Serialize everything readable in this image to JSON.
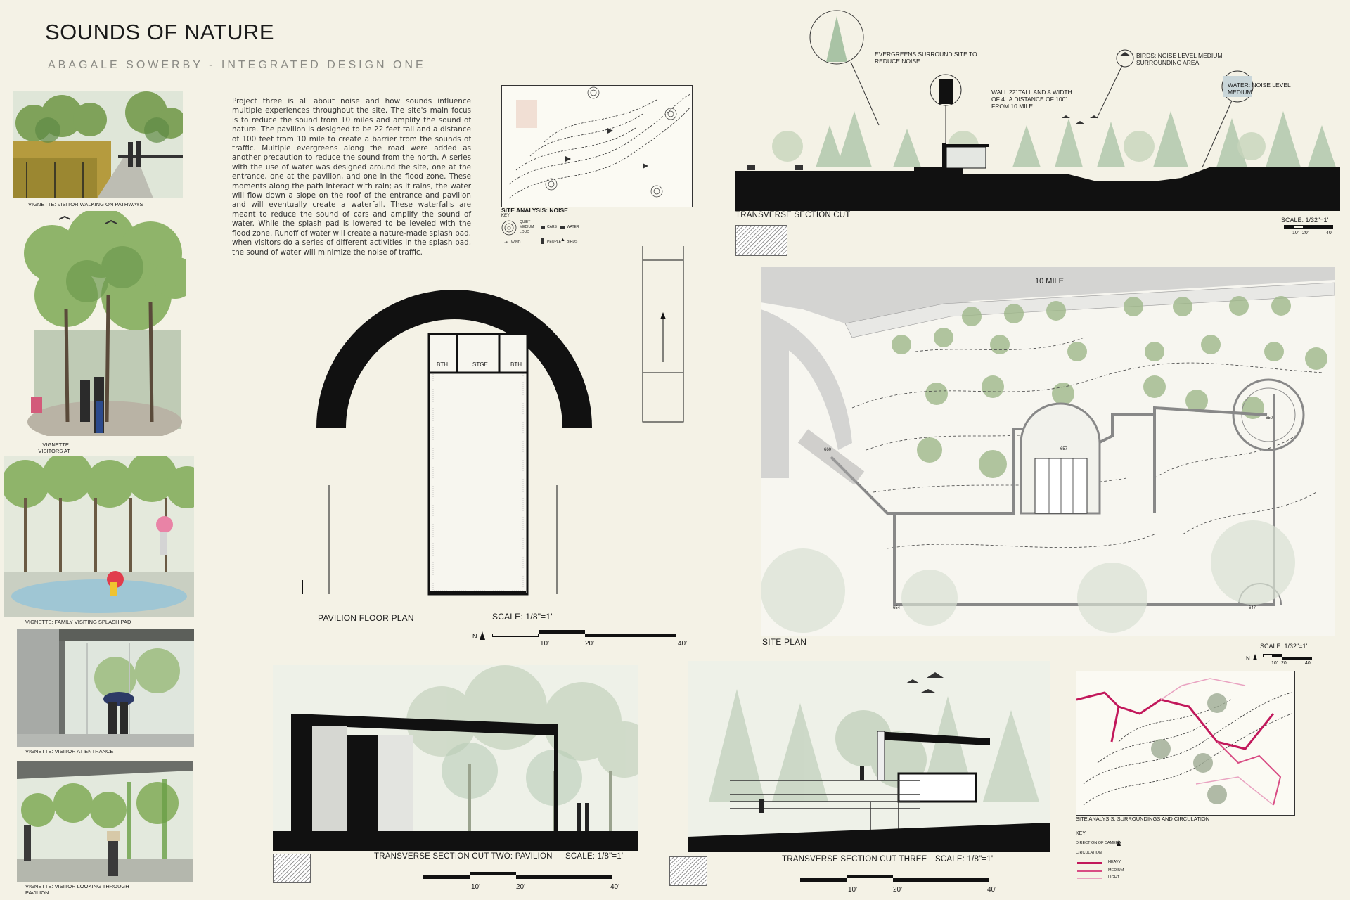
{
  "header": {
    "title": "SOUNDS OF NATURE",
    "subtitle": "ABAGALE SOWERBY  -  INTEGRATED DESIGN ONE"
  },
  "description": "Project three is all about noise and how sounds influence multiple experiences throughout the site. The site's main focus is to reduce the sound from 10 miles and amplify the sound of nature. The pavilion is designed to be 22 feet tall and a distance of 100 feet from 10 mile to create a barrier from the sounds of traffic. Multiple evergreens along the road were added as another precaution to reduce the sound from the north. A series with the use of water was designed around the site, one at the entrance, one at the pavilion, and one in the flood zone. These moments along the path interact with rain; as it rains, the water will flow down a slope on the roof of the entrance and pavilion and will eventually create a waterfall. These waterfalls are meant to reduce the sound of cars and amplify the sound of water. While the splash pad is lowered to be leveled with the flood zone. Runoff of water will create a nature-made splash pad, when visitors do a series of different activities in the splash pad, the sound of water will minimize the noise of traffic.",
  "vignettes": [
    {
      "caption": "VIGNETTE: VISITOR WALKING ON PATHWAYS"
    },
    {
      "caption": "VIGNETTE: VISITORS AT RIVER"
    },
    {
      "caption": "VIGNETTE: FAMILY VISITING SPLASH PAD"
    },
    {
      "caption": "VIGNETTE: VISITOR AT ENTRANCE"
    },
    {
      "caption": "VIGNETTE: VISITOR LOOKING THROUGH PAVILION"
    }
  ],
  "site_analysis_noise": {
    "title": "SITE ANALYSIS: NOISE",
    "key_label": "KEY",
    "key_items": [
      "QUIET",
      "MEDIUM",
      "LOUD",
      "CARS",
      "WATER",
      "WIND",
      "PEOPLE",
      "BIRDS"
    ]
  },
  "transverse_section": {
    "title": "TRANSVERSE SECTION CUT",
    "scale": "SCALE: 1/32\"=1'",
    "scale_ticks": [
      "10'",
      "20'",
      "40'"
    ],
    "annotations": {
      "evergreens": "EVERGREENS SURROUND SITE TO REDUCE NOISE",
      "wall": "WALL 22' TALL AND A WIDTH OF 4'. A DISTANCE OF 100' FROM 10 MILE",
      "birds": "BIRDS: NOISE LEVEL MEDIUM SURROUNDING AREA",
      "water": "WATER: NOISE LEVEL MEDIUM"
    }
  },
  "pavilion_plan": {
    "title": "PAVILION FLOOR PLAN",
    "scale": "SCALE: 1/8\"=1'",
    "rooms": [
      "BTH",
      "STGE",
      "BTH"
    ],
    "scale_ticks": [
      "10'",
      "20'",
      "40'"
    ],
    "north": "N"
  },
  "site_plan": {
    "title": "SITE PLAN",
    "road": "10 MILE",
    "scale": "SCALE: 1/32\"=1'",
    "scale_ticks": [
      "10'",
      "20'",
      "40'"
    ],
    "markers": [
      "660",
      "657",
      "650",
      "654",
      "647"
    ],
    "north": "N"
  },
  "section_two": {
    "title": "TRANSVERSE SECTION CUT  TWO: PAVILION",
    "scale": "SCALE: 1/8\"=1'",
    "scale_ticks": [
      "10'",
      "20'",
      "40'"
    ]
  },
  "section_three": {
    "title": "TRANSVERSE SECTION CUT THREE",
    "scale": "SCALE: 1/8\"=1'",
    "scale_ticks": [
      "10'",
      "20'",
      "40'"
    ]
  },
  "site_analysis_circulation": {
    "title": "SITE ANALYSIS: SURROUNDINGS AND CIRCULATION",
    "key_label": "KEY",
    "camera": "DIRECTION OF CAMERA",
    "circulation": "CIRCULATION",
    "levels": [
      "HEAVY",
      "MEDIUM",
      "LIGHT"
    ],
    "colors": {
      "heavy": "#c2185b",
      "medium": "#d84c84",
      "light": "#e9a3c1"
    }
  }
}
